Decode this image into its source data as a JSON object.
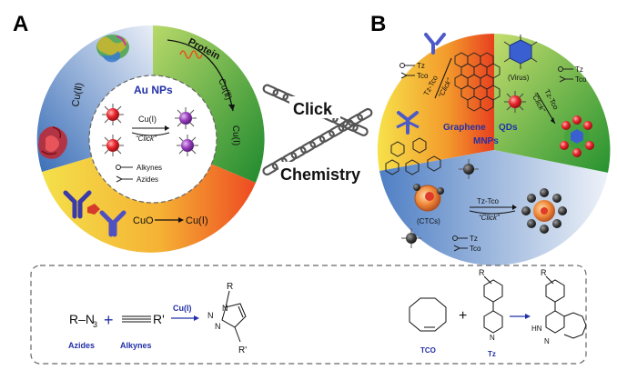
{
  "panels": {
    "a": {
      "letter": "A",
      "center_title": "Au NPs",
      "cu2_left": "Cu(Ⅱ)",
      "protein": "Protein",
      "cu2_arrow": "Cu(Ⅱ)",
      "cu1_arrow": "Cu(Ⅰ)",
      "cu1_catalyst": "Cu(I)",
      "click_small": "“Click”",
      "legend_alkynes": "Alkynes",
      "legend_azides": "Azides",
      "cuo": "CuO",
      "cuo_product": "Cu(Ⅰ)"
    },
    "b": {
      "letter": "B",
      "tz": "Tz",
      "tco": "Tco",
      "tz_tco": "Tz-Tco",
      "click_small": "“Click”",
      "graphene": "Graphene",
      "qds": "QDs",
      "virus": "(Virus)",
      "virus_tz": "Tz",
      "virus_tco": "Tco",
      "virus_tz_tco": "Tz-Tco",
      "virus_click": "“Click”",
      "mnps": "MNPs",
      "ctcs": "(CTCs)",
      "mnp_tz_tco": "Tz-Tco",
      "mnp_click": "“Click”",
      "mnp_tz": "Tz",
      "mnp_tco": "Tco"
    }
  },
  "center": {
    "click": "Click",
    "chemistry": "Chemistry"
  },
  "bottom": {
    "r_n3": "R–N",
    "n3_sub": "3",
    "plus1": "+",
    "r_prime": "R'",
    "cu_catalyst": "Cu(I)",
    "azides": "Azides",
    "alkynes": "Alkynes",
    "tri_r": "R",
    "tri_n1": "N",
    "tri_n2": "N",
    "tri_n3": "N",
    "tri_rprime": "R'",
    "plus2": "+",
    "tz_r": "R",
    "tz_n": "N",
    "prod_r": "R",
    "prod_hn": "HN",
    "prod_n": "N",
    "tco_label": "TCO",
    "tz_label": "Tz"
  }
}
